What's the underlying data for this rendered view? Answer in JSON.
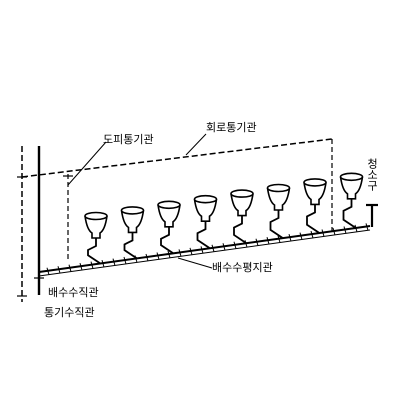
{
  "labels": {
    "circuit_vent": "회로통기관",
    "relief_vent": "도피통기관",
    "cleanout": "청소구",
    "horizontal_drain": "배수수평지관",
    "drain_stack": "배수수직관",
    "vent_stack": "통기수직관"
  },
  "colors": {
    "line": "#000000",
    "background": "#ffffff"
  },
  "fixture_count": 8
}
